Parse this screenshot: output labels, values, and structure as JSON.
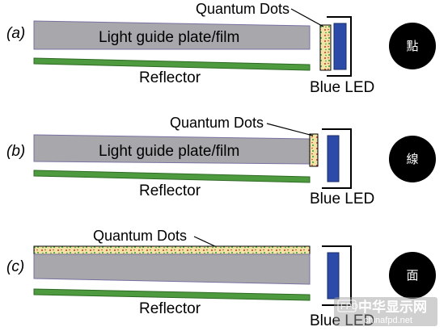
{
  "panels": [
    {
      "id": "a",
      "label": "(a)",
      "plate_label": "Light guide plate/film",
      "qd_label": "Quantum Dots",
      "reflector_label": "Reflector",
      "led_label": "Blue LED",
      "badge": "點"
    },
    {
      "id": "b",
      "label": "(b)",
      "plate_label": "Light guide plate/film",
      "qd_label": "Quantum Dots",
      "reflector_label": "Reflector",
      "led_label": "Blue LED",
      "badge": "線"
    },
    {
      "id": "c",
      "label": "(c)",
      "plate_label": "",
      "qd_label": "Quantum Dots",
      "reflector_label": "Reflector",
      "led_label": "Blue LED",
      "badge": "面"
    }
  ],
  "watermark": {
    "chinese": "中华显示网",
    "url": "chinafpd.net",
    "logo": "FPD"
  },
  "colors": {
    "plate": "#a8a8ac",
    "plate_border": "#7a6fa0",
    "reflector": "#4e9a3e",
    "reflector_border": "#2e6a24",
    "qd_fill": "#f2e4a6",
    "led": "#2c4aa8",
    "badge": "#000000"
  }
}
